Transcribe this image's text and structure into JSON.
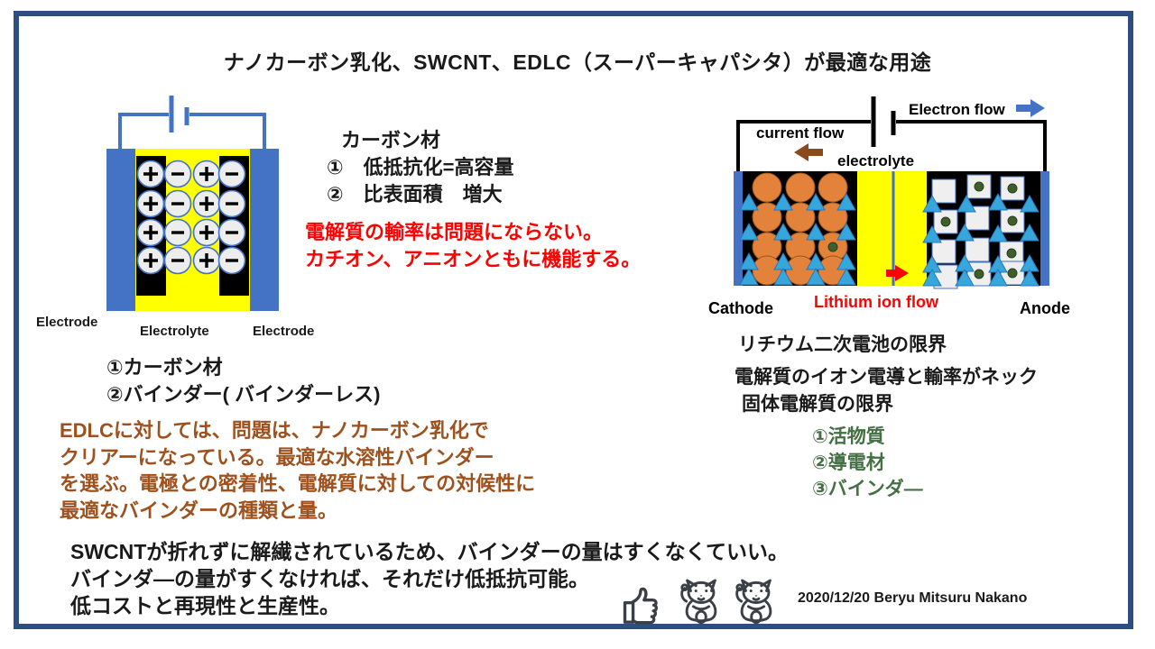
{
  "slide": {
    "title": "ナノカーボン乳化、SWCNT、EDLC（スーパーキャパシタ）が最適な用途"
  },
  "edlc_diagram": {
    "label_electrode_left": "Electrode",
    "label_electrolyte": "Electrolyte",
    "label_electrode_right": "Electrode"
  },
  "carbon_notes": {
    "heading": "カーボン材",
    "items": [
      "①　低抵抗化=高容量",
      "②　比表面積　増大"
    ]
  },
  "red_note": {
    "lines": [
      "電解質の輸率は問題にならない。",
      "カチオン、アニオンともに機能する。"
    ]
  },
  "edlc_components": {
    "lines": [
      "①カーボン材",
      "②バインダー( バインダーレス)"
    ]
  },
  "brown_note": {
    "lines": [
      "EDLCに対しては、問題は、ナノカーボン乳化で",
      "クリアーになっている。最適な水溶性バインダー",
      "を選ぶ。電極との密着性、電解質に対しての対候性に",
      "最適なバインダーの種類と量。"
    ]
  },
  "battery_diagram": {
    "electron_flow": "Electron flow",
    "current_flow": "current flow",
    "electrolyte": "electrolyte",
    "cathode": "Cathode",
    "lithium_ion_flow": "Lithium ion flow",
    "anode": "Anode"
  },
  "battery_limits": {
    "heading": "リチウム二次電池の限界",
    "line2": "電解質のイオン電導と輸率がネック",
    "line3": "固体電解質の限界",
    "green_items": [
      "①活物質",
      "②導電材",
      "③バインダ―"
    ]
  },
  "bottom_note": {
    "lines": [
      "SWCNTが折れずに解繊されているため、バインダーの量はすくなくていい。",
      "バインダ―の量がすくなければ、それだけ低抵抗可能。",
      "低コストと再現性と生産性。"
    ]
  },
  "footer": {
    "credit": "2020/12/20 Beryu Mitsuru Nakano",
    "icons": [
      "thumbs-up-icon",
      "maneki-neko-icon",
      "maneki-neko-icon"
    ]
  },
  "colors": {
    "frame_border": "#2E4D80",
    "wire_blue": "#4472C4",
    "electrolyte_yellow": "#FFFF00",
    "electrode_black": "#000000",
    "cathode_particle_orange": "#E2823B",
    "conductor_triangle_blue": "#35A7DC",
    "red_text": "#FF0000",
    "brown_text": "#9E511D",
    "green_text": "#456F44",
    "current_arrow_brown": "#8A4A1E",
    "icon_gray": "#3B4046"
  }
}
